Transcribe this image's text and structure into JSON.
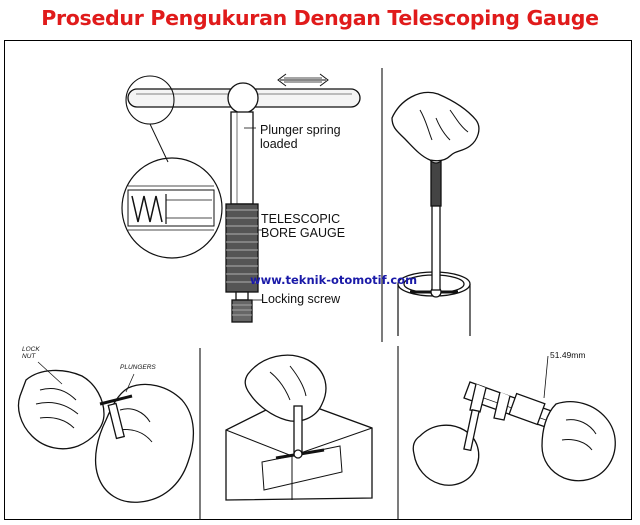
{
  "title": "Prosedur Pengukuran Dengan Telescoping Gauge",
  "title_color": "#e01b1b",
  "watermark": "www.teknik-otomotif.com",
  "watermark_color": "#1a1aa8",
  "labels": {
    "plunger_spring": "Plunger spring\nloaded",
    "telescopic": "TELESCOPIC\nBORE GAUGE",
    "locking_screw": "Locking screw",
    "lock_nut": "LOCK\nNUT",
    "plungers": "PLUNGERS",
    "measurement": "51.49mm"
  }
}
